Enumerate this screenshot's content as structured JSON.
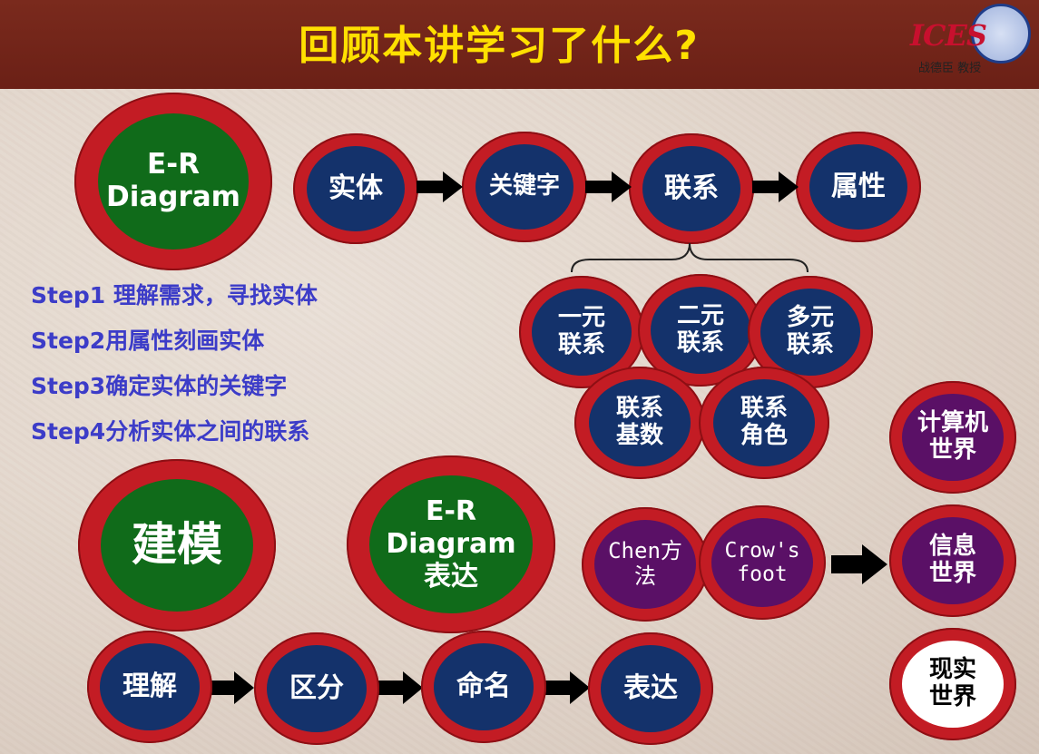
{
  "header": {
    "title": "回顾本讲学习了什么?",
    "logo_text": "ICES",
    "logo_sub": "战德臣 教授"
  },
  "er_diagram_title": "E-R Diagram",
  "flow_top": [
    "实体",
    "关键字",
    "联系",
    "属性"
  ],
  "relation_types": [
    "一元联系",
    "二元联系",
    "多元联系"
  ],
  "relation_props": [
    "联系基数",
    "联系角色"
  ],
  "steps": [
    "Step1 理解需求，寻找实体",
    "Step2用属性刻画实体",
    "Step3确定实体的关键字",
    "Step4分析实体之间的联系"
  ],
  "modeling": "建模",
  "er_expression": "E-R Diagram表达",
  "flow_bottom": [
    "理解",
    "区分",
    "命名",
    "表达"
  ],
  "methods": [
    "Chen方法",
    "Crow's foot"
  ],
  "worlds": [
    "计算机世界",
    "信息世界",
    "现实世界"
  ],
  "colors": {
    "ring": "#c31c24",
    "navy": "#14326b",
    "green": "#106b1a",
    "purple": "#5a1066",
    "title": "#ffe000",
    "step_text": "#3c3cc8"
  }
}
